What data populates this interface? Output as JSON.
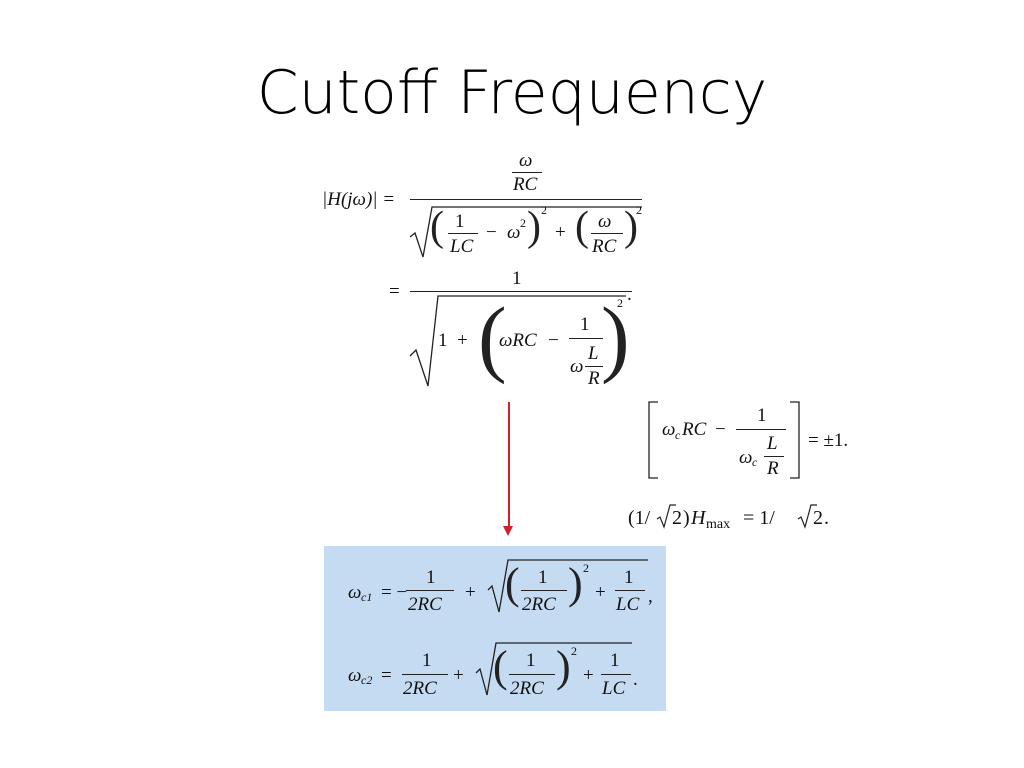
{
  "slide": {
    "title": "Cutoff Frequency"
  },
  "eq1": {
    "lhs": "|H(jω)| =",
    "num_top": "ω",
    "num_bot": "RC",
    "t1_num": "1",
    "t1_den": "LC",
    "minus": "−",
    "omega_sq": "ω",
    "exp2": "2",
    "plus": "+",
    "t2_num": "ω",
    "t2_den": "RC",
    "exp2b": "2"
  },
  "eq2": {
    "eq": "=",
    "num": "1",
    "one": "1",
    "plus": "+",
    "wrc": "ωRC",
    "minus": "−",
    "f_num": "1",
    "f_w": "ω",
    "f_L": "L",
    "f_R": "R",
    "exp2": "2",
    "period": "."
  },
  "eq3": {
    "wc": "ω",
    "c": "c",
    "rc": "RC",
    "minus": "−",
    "num": "1",
    "L": "L",
    "R": "R",
    "rhs": "= ±1."
  },
  "eq4": {
    "text_a": "(1/",
    "sqrt2": "2",
    "text_b": ")",
    "H": "H",
    "max": "max",
    "text_c": " = 1/",
    "sqrt2b": "2",
    "period": "."
  },
  "box": {
    "wc1_lhs_w": "ω",
    "wc1_lhs_sub": "c1",
    "wc1_eq": "= −",
    "wc2_lhs_w": "ω",
    "wc2_lhs_sub": "c2",
    "wc2_eq": "=",
    "one": "1",
    "two_rc": "2RC",
    "plus": "+",
    "lc": "LC",
    "exp2": "2",
    "comma": ",",
    "period": "."
  },
  "colors": {
    "arrow": "#d4202a",
    "highlight": "#c5dbf1"
  }
}
